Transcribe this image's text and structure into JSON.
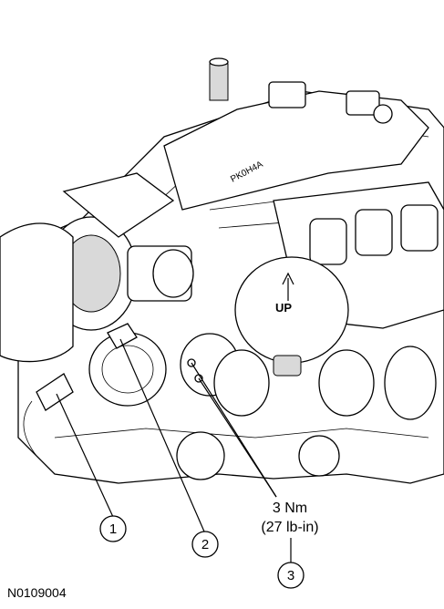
{
  "figure_id": "N0109004",
  "callouts": [
    "1",
    "2",
    "3"
  ],
  "torque_spec": {
    "metric": "3 Nm",
    "imperial": "(27 lb-in)"
  },
  "part_labels": {
    "up_arrow": "UP",
    "casting_mark": "PK0H4A"
  }
}
